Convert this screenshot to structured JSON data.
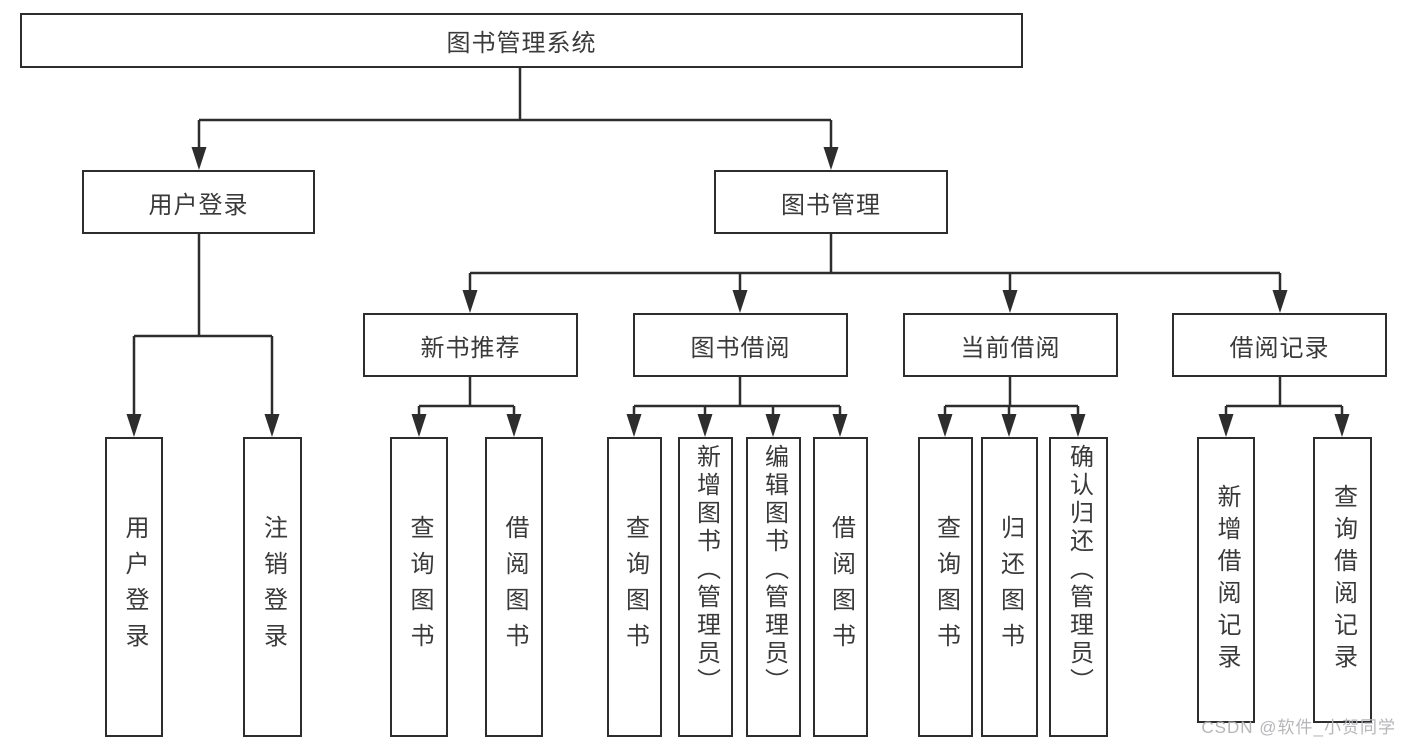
{
  "tree": {
    "label": "图书管理系统",
    "children": [
      {
        "label": "用户登录",
        "children": [
          {
            "label": "用户登录"
          },
          {
            "label": "注销登录"
          }
        ]
      },
      {
        "label": "图书管理",
        "children": [
          {
            "label": "新书推荐",
            "children": [
              {
                "label": "查询图书"
              },
              {
                "label": "借阅图书"
              }
            ]
          },
          {
            "label": "图书借阅",
            "children": [
              {
                "label": "查询图书"
              },
              {
                "label": "新增图书（管理员）"
              },
              {
                "label": "编辑图书（管理员）"
              },
              {
                "label": "借阅图书"
              }
            ]
          },
          {
            "label": "当前借阅",
            "children": [
              {
                "label": "查询图书"
              },
              {
                "label": "归还图书"
              },
              {
                "label": "确认归还（管理员）"
              }
            ]
          },
          {
            "label": "借阅记录",
            "children": [
              {
                "label": "新增借阅记录"
              },
              {
                "label": "查询借阅记录"
              }
            ]
          }
        ]
      }
    ]
  },
  "watermark": "CSDN @软件_小贺同学",
  "colors": {
    "line": "#2d2d2d",
    "text": "#3a3a3a",
    "box_background": "#ffffff",
    "watermark": "#b6b6b9"
  }
}
